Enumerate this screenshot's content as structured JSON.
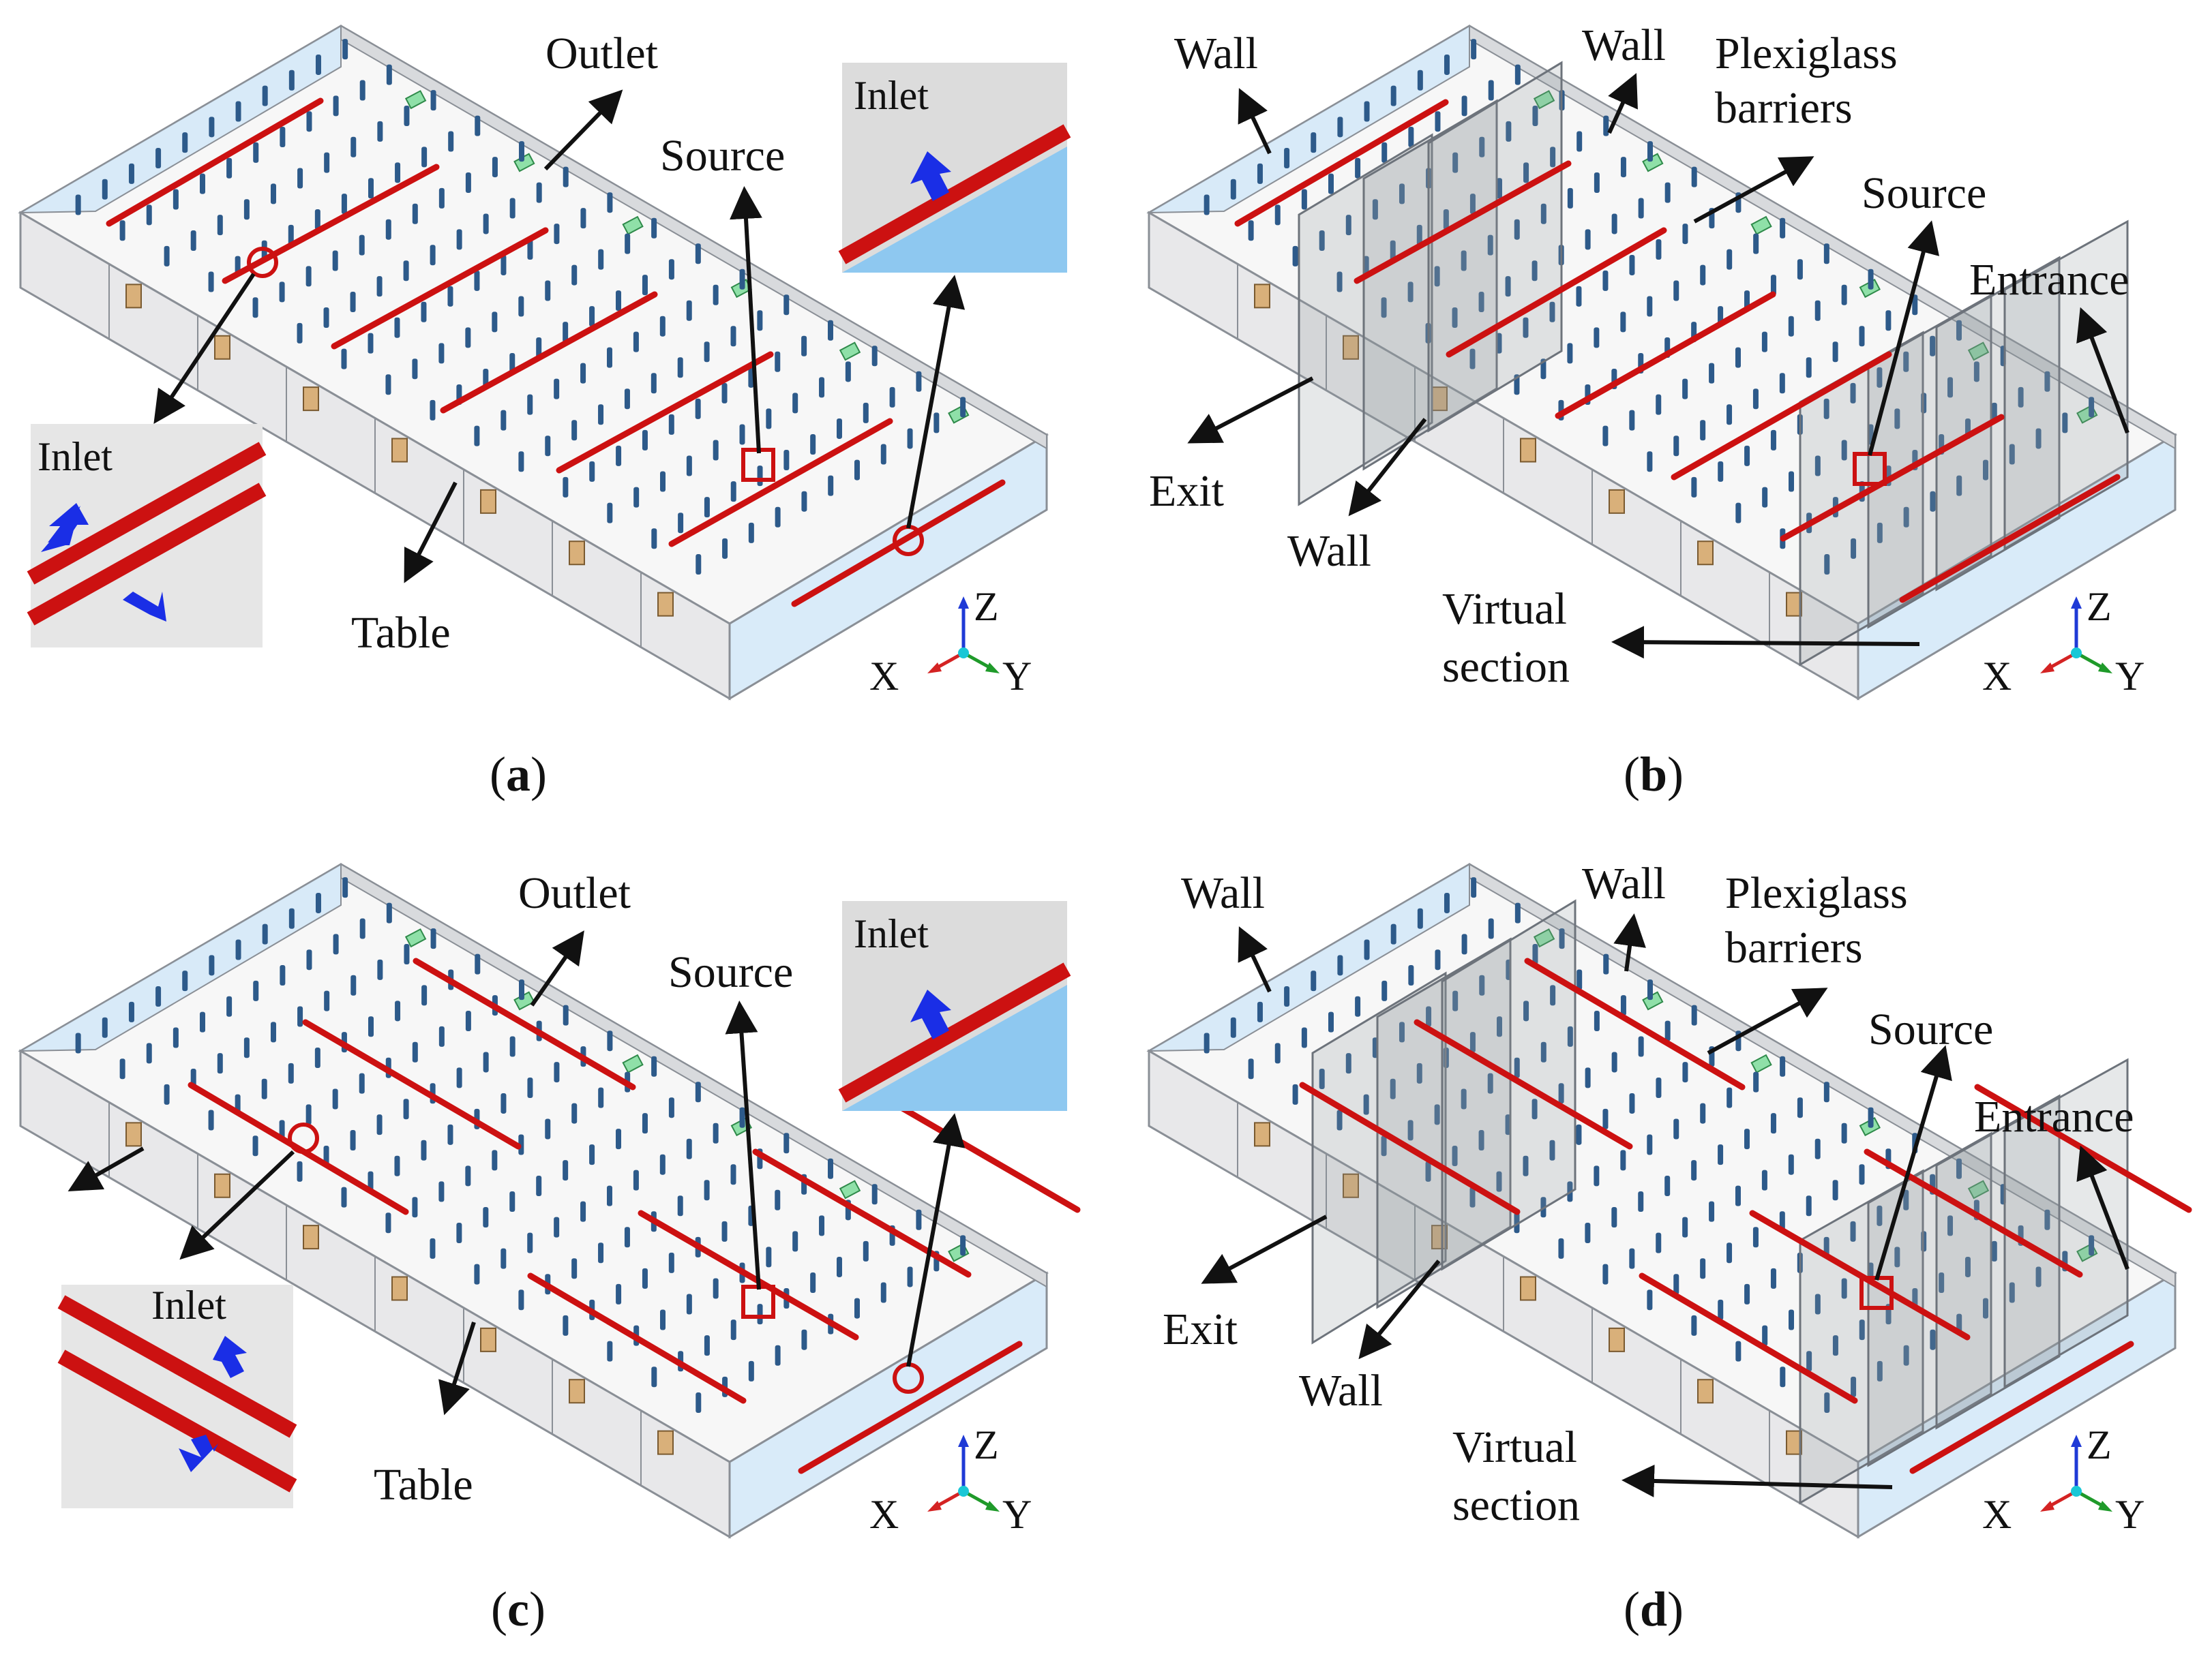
{
  "panels": [
    {
      "id": "a",
      "caption_open": "(",
      "caption_letter": "a",
      "caption_close": ")",
      "labels": {
        "outlet": "Outlet",
        "source": "Source",
        "inlet_inset_top": "Inlet",
        "inlet_inset_bottom": "Inlet",
        "table": "Table"
      },
      "axes": {
        "z": "Z",
        "x": "X",
        "y": "Y"
      }
    },
    {
      "id": "b",
      "caption_open": "(",
      "caption_letter": "b",
      "caption_close": ")",
      "labels": {
        "wall_left": "Wall",
        "wall_top": "Wall",
        "wall_bottom": "Wall",
        "plexiglass_1": "Plexiglass",
        "plexiglass_2": "barriers",
        "source": "Source",
        "entrance": "Entrance",
        "exit": "Exit",
        "virtual_1": "Virtual",
        "virtual_2": "section"
      },
      "axes": {
        "z": "Z",
        "x": "X",
        "y": "Y"
      }
    },
    {
      "id": "c",
      "caption_open": "(",
      "caption_letter": "c",
      "caption_close": ")",
      "labels": {
        "outlet": "Outlet",
        "source": "Source",
        "inlet_inset_top": "Inlet",
        "inlet_inset_bottom": "Inlet",
        "table": "Table"
      },
      "axes": {
        "z": "Z",
        "x": "X",
        "y": "Y"
      }
    },
    {
      "id": "d",
      "caption_open": "(",
      "caption_letter": "d",
      "caption_close": ")",
      "labels": {
        "wall_left": "Wall",
        "wall_top": "Wall",
        "wall_bottom": "Wall",
        "plexiglass_1": "Plexiglass",
        "plexiglass_2": "barriers",
        "source": "Source",
        "entrance": "Entrance",
        "exit": "Exit",
        "virtual_1": "Virtual",
        "virtual_2": "section"
      },
      "axes": {
        "z": "Z",
        "x": "X",
        "y": "Y"
      }
    }
  ],
  "colors": {
    "wall_face": "#e8e8ea",
    "wall_edge": "#8a8f96",
    "glass_end": "#cfe6f7",
    "floor": "#f7f7f7",
    "inlet_red": "#cc1111",
    "person_blue": "#2d5a8a",
    "outlet_green": "#8fe0a8",
    "table_tan": "#d9b07a",
    "inset_blue": "#8ec8f0",
    "arrow_blue": "#1a2ee6",
    "axis_z": "#1f3ad6",
    "axis_x": "#d42323",
    "axis_y": "#1f9a2a"
  }
}
